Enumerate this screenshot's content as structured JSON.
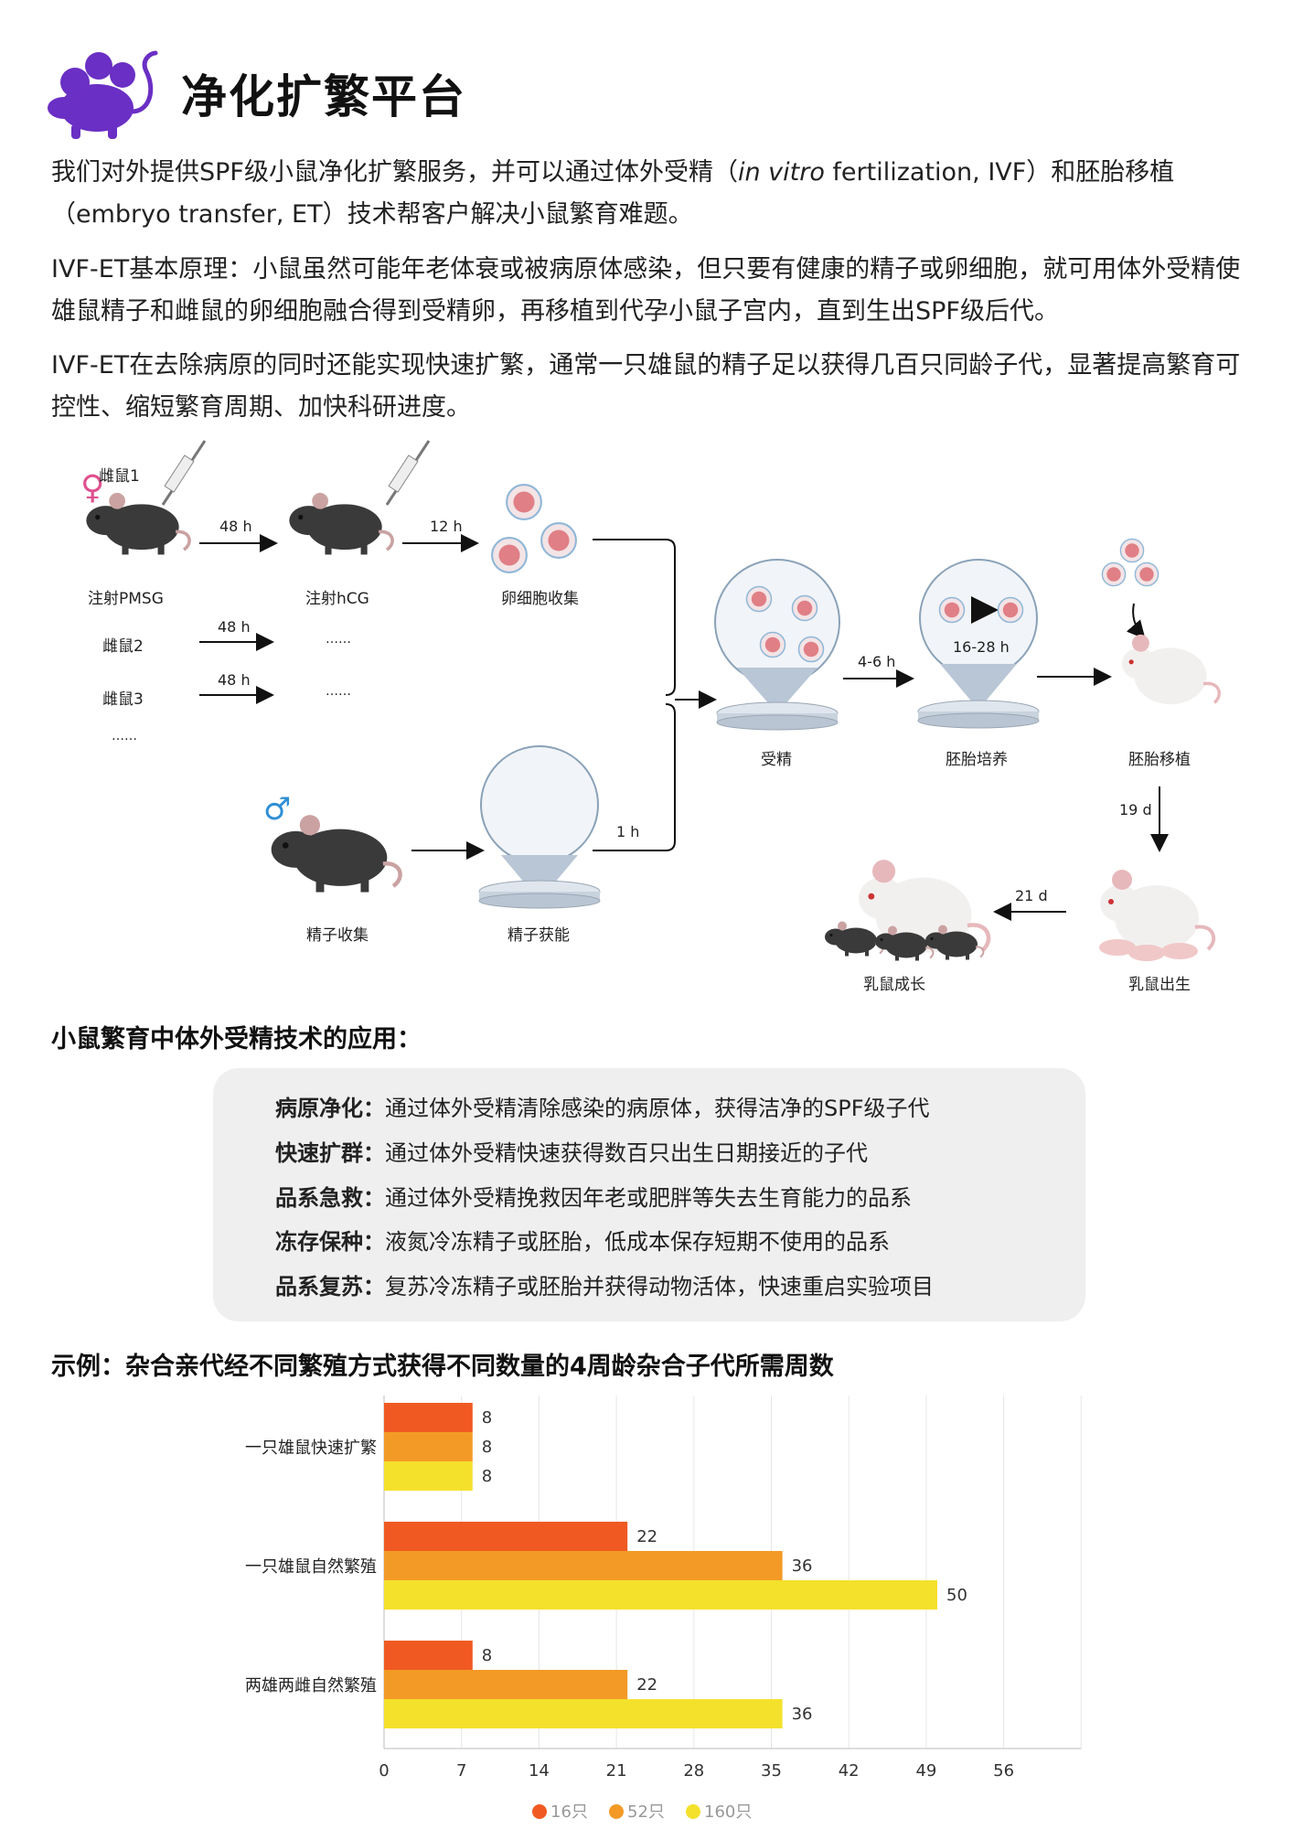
{
  "header": {
    "title": "净化扩繁平台",
    "logo_icon": "mouse-logo-icon",
    "logo_color": "#6a2fc4"
  },
  "intro": {
    "p1_a": "我们对外提供SPF级小鼠净化扩繁服务，并可以通过体外受精（",
    "p1_italic": "in vitro",
    "p1_b": " fertilization, IVF）和胚胎移植（embryo transfer, ET）技术帮客户解决小鼠繁育难题。",
    "p2": "IVF-ET基本原理：小鼠虽然可能年老体衰或被病原体感染，但只要有健康的精子或卵细胞，就可用体外受精使雄鼠精子和雌鼠的卵细胞融合得到受精卵，再移植到代孕小鼠子宫内，直到生出SPF级后代。",
    "p3": "IVF-ET在去除病原的同时还能实现快速扩繁，通常一只雄鼠的精子足以获得几百只同龄子代，显著提高繁育可控性、缩短繁育周期、加快科研进度。"
  },
  "diagram": {
    "female1": "雌鼠1",
    "female2": "雌鼠2",
    "female3": "雌鼠3",
    "more": "……",
    "dots1": "……",
    "dots2": "……",
    "inject_pmsg": "注射PMSG",
    "inject_hcg": "注射hCG",
    "oocyte_collect": "卵细胞收集",
    "sperm_collect": "精子收集",
    "sperm_capacitation": "精子获能",
    "fertilization": "受精",
    "embryo_culture": "胚胎培养",
    "embryo_transfer": "胚胎移植",
    "pups_born": "乳鼠出生",
    "pups_grow": "乳鼠成长",
    "t_48h_a": "48 h",
    "t_48h_b": "48 h",
    "t_48h_c": "48 h",
    "t_12h": "12 h",
    "t_1h": "1 h",
    "t_4_6h": "4-6 h",
    "t_16_28h": "16-28 h",
    "t_19d": "19 d",
    "t_21d": "21 d",
    "female_symbol": "♀",
    "male_symbol": "♂"
  },
  "applications": {
    "heading": "小鼠繁育中体外受精技术的应用：",
    "items": [
      {
        "key": "病原净化：",
        "text": "通过体外受精清除感染的病原体，获得洁净的SPF级子代"
      },
      {
        "key": "快速扩群：",
        "text": "通过体外受精快速获得数百只出生日期接近的子代"
      },
      {
        "key": "品系急救：",
        "text": "通过体外受精挽救因年老或肥胖等失去生育能力的品系"
      },
      {
        "key": "冻存保种：",
        "text": "液氮冷冻精子或胚胎，低成本保存短期不使用的品系"
      },
      {
        "key": "品系复苏：",
        "text": "复苏冷冻精子或胚胎并获得动物活体，快速重启实验项目"
      }
    ]
  },
  "example": {
    "heading": "示例：杂合亲代经不同繁殖方式获得不同数量的4周龄杂合子代所需周数"
  },
  "chart_data": {
    "type": "bar",
    "orientation": "horizontal",
    "categories": [
      "一只雄鼠快速扩繁",
      "一只雄鼠自然繁殖",
      "两雄两雌自然繁殖"
    ],
    "series": [
      {
        "name": "16只",
        "color": "#f05a22",
        "values": [
          8,
          22,
          8
        ]
      },
      {
        "name": "52只",
        "color": "#f39a26",
        "values": [
          8,
          36,
          22
        ]
      },
      {
        "name": "160只",
        "color": "#f4e12c",
        "values": [
          8,
          50,
          36
        ]
      }
    ],
    "xticks": [
      0,
      7,
      14,
      21,
      28,
      35,
      42,
      49,
      56
    ],
    "xlim": [
      0,
      63
    ],
    "grid": true,
    "legend_position": "bottom",
    "data_labels": true
  }
}
